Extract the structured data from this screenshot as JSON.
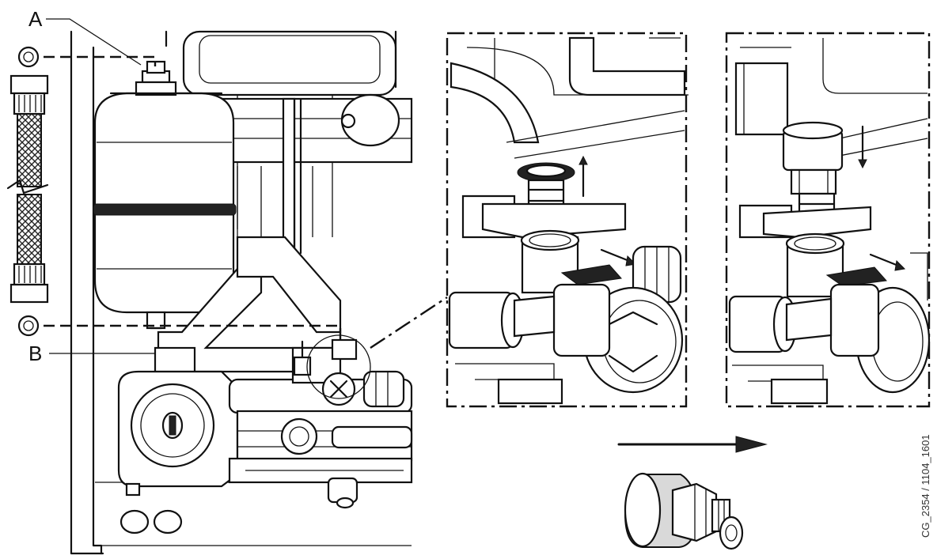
{
  "labels": {
    "a": "A",
    "b": "B",
    "figure_code": "CG_2354 / 1104_1601"
  }
}
